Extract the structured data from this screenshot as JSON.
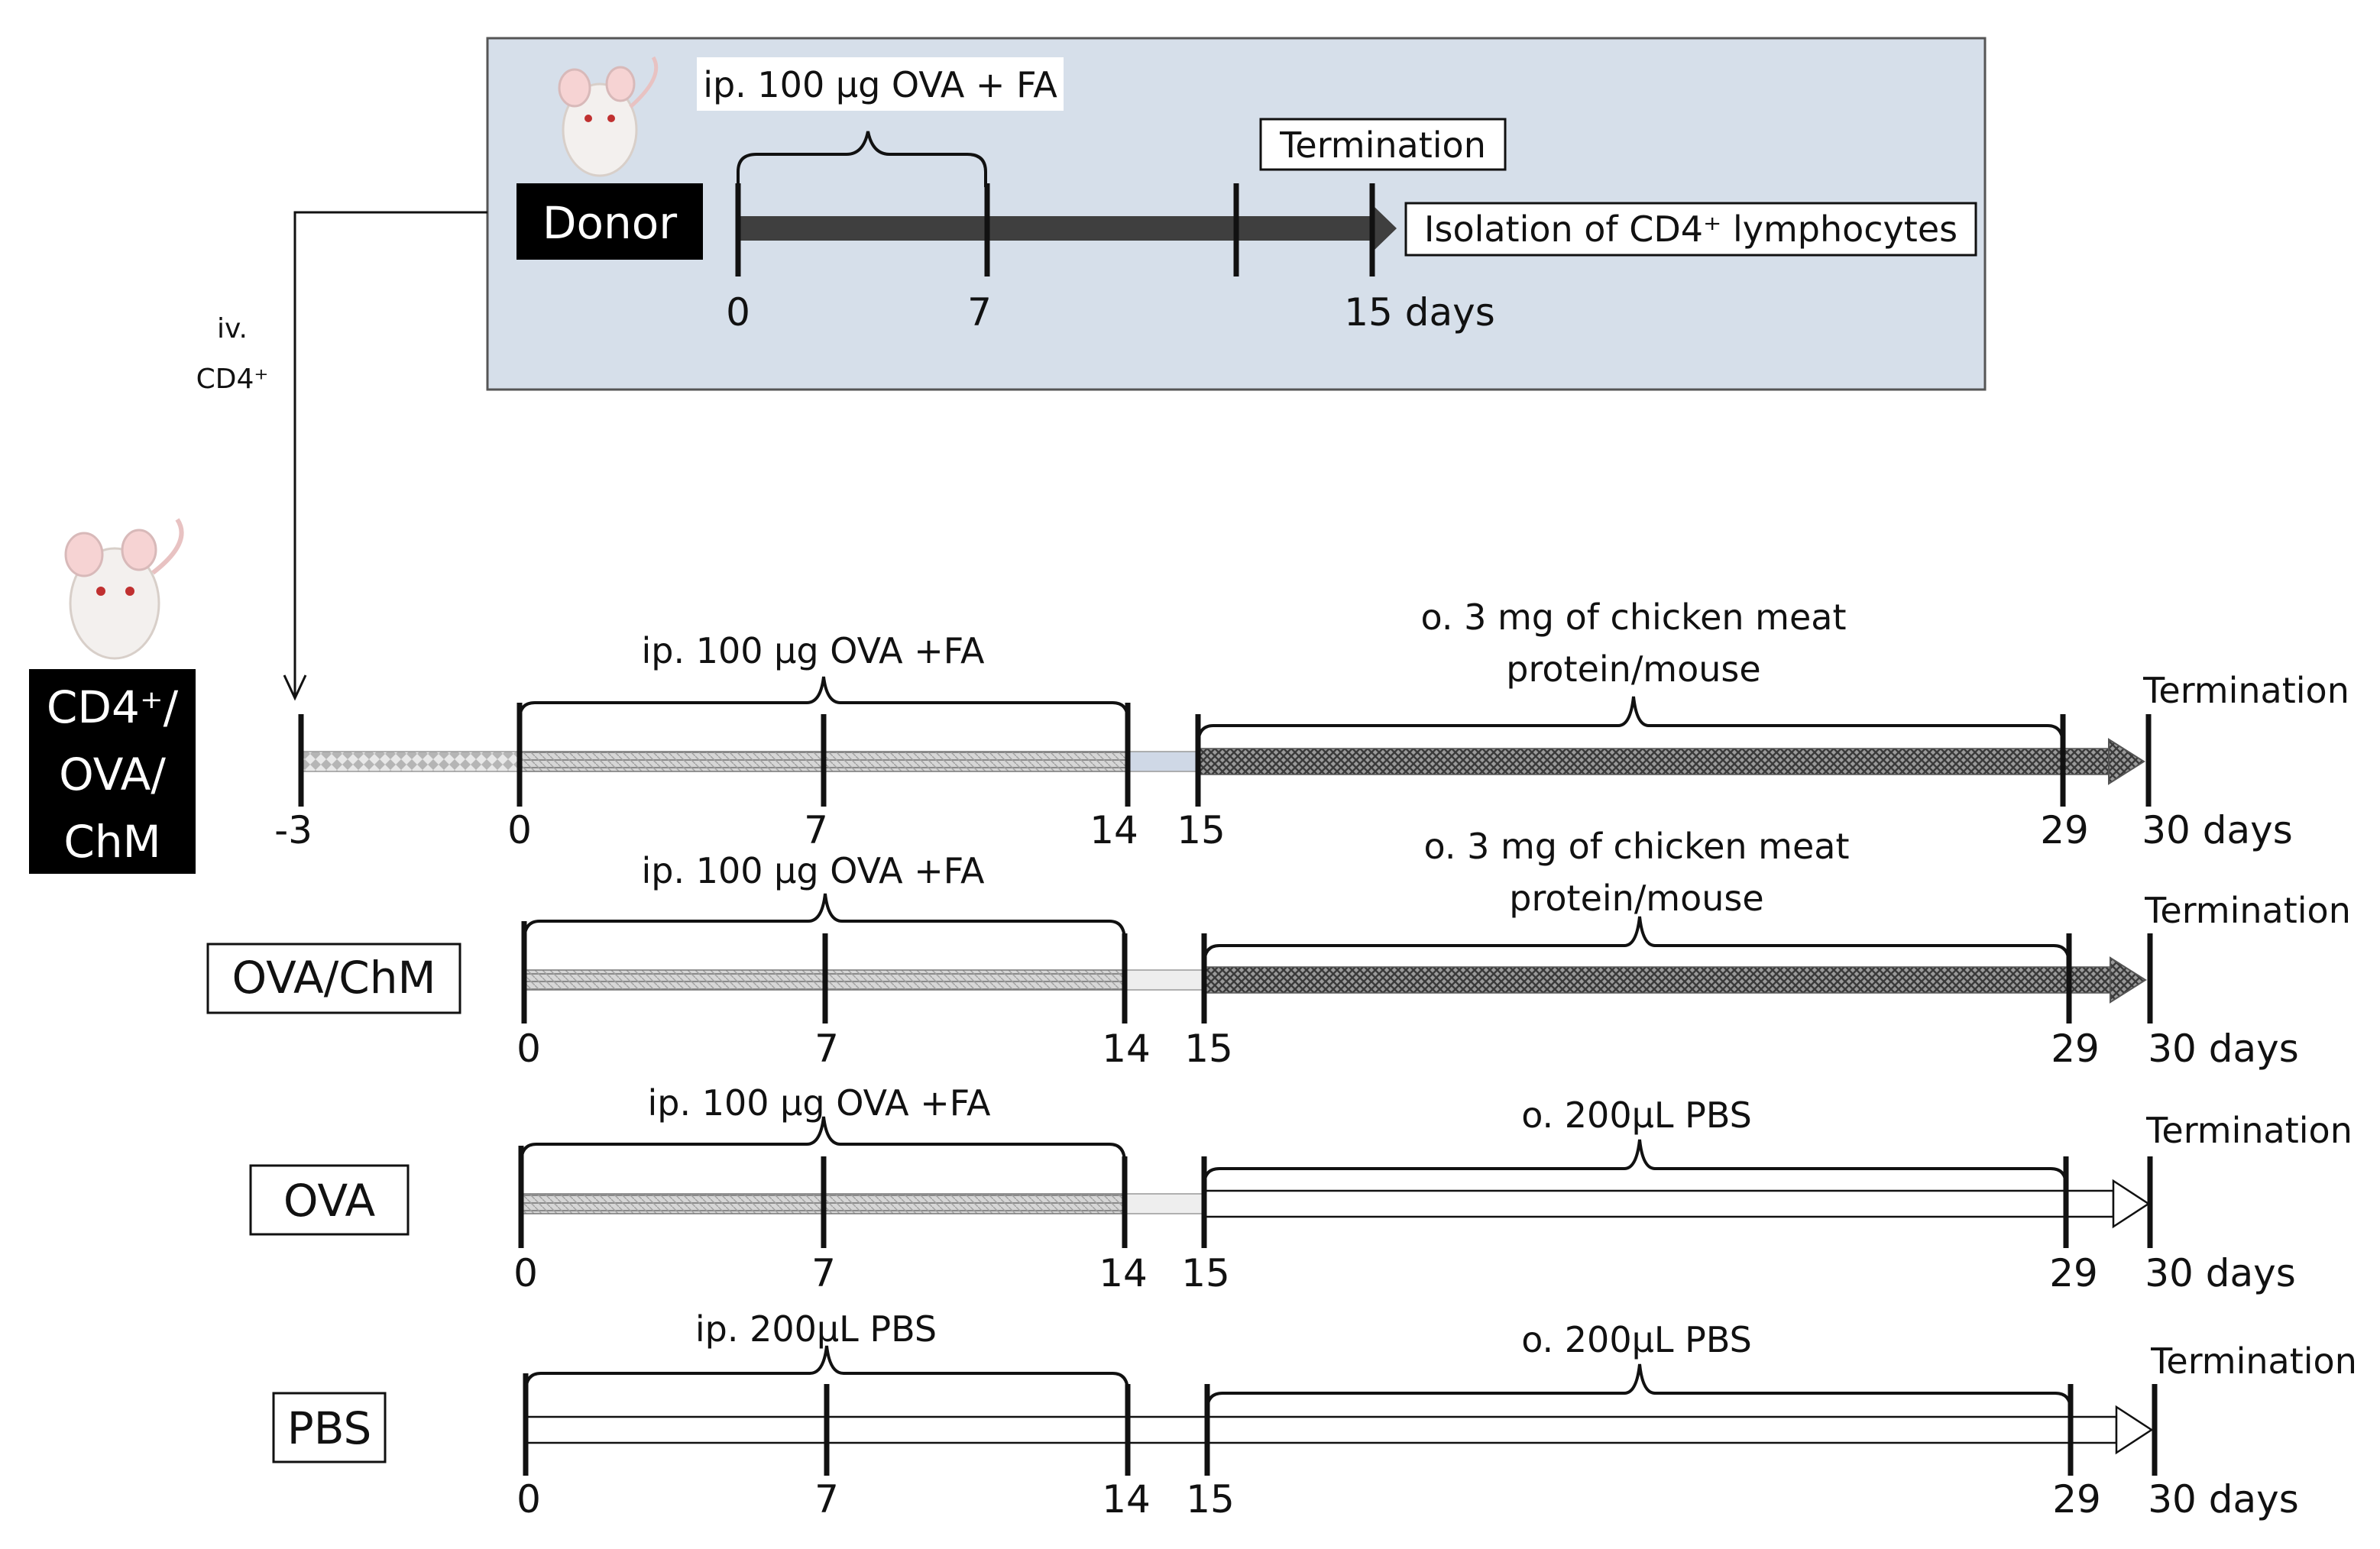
{
  "donor": {
    "label": "Donor",
    "injection": "ip. 100 µg OVA + FA",
    "termination": "Termination",
    "isolation": "Isolation of CD4⁺ lymphocytes",
    "ticks": [
      "0",
      "7",
      "15 days"
    ]
  },
  "transfer": {
    "route": "iv.",
    "cells": "CD4⁺"
  },
  "groups": [
    {
      "id": "cd4",
      "label_lines": [
        "CD4⁺/",
        "OVA/",
        "ChM"
      ],
      "injection": "ip. 100 µg OVA +FA",
      "oral_lines": [
        "o. 3 mg of chicken meat",
        "protein/mouse"
      ],
      "termination": "Termination",
      "ticks": [
        "-3",
        "0",
        "7",
        "14",
        "15",
        "29",
        "30  days"
      ]
    },
    {
      "id": "ova-chm",
      "label_lines": [
        "OVA/ChM"
      ],
      "injection": "ip.  100 µg OVA +FA",
      "oral_lines": [
        "o. 3 mg of chicken meat",
        "protein/mouse"
      ],
      "termination": "Termination",
      "ticks": [
        "0",
        "7",
        "14",
        "15",
        "29",
        "30  days"
      ]
    },
    {
      "id": "ova",
      "label_lines": [
        "OVA"
      ],
      "injection": "ip. 100 µg OVA +FA",
      "oral_lines": [
        "o. 200µL PBS"
      ],
      "termination": "Termination",
      "ticks": [
        "0",
        "7",
        "14",
        "15",
        "29",
        "30  days"
      ]
    },
    {
      "id": "pbs",
      "label_lines": [
        "PBS"
      ],
      "injection": "ip. 200µL PBS",
      "oral_lines": [
        "o. 200µL PBS"
      ],
      "termination": "Termination",
      "ticks": [
        "0",
        "7",
        "14",
        "15",
        "29",
        "30  days"
      ]
    }
  ],
  "icons": [
    "mouse-icon"
  ],
  "colors": {
    "donor_panel": "#d6dfea",
    "dark_box": "#000000",
    "donor_bar": "#3f3f3f",
    "hatch_light": "#bfbfbf",
    "hatch_dark": "#5a5a5a"
  }
}
